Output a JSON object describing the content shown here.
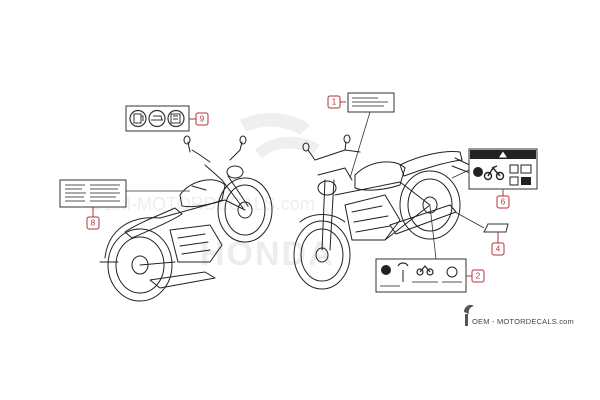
{
  "watermark": {
    "text": "HONDA",
    "site": "OEM-MOTORDECALS.com"
  },
  "callouts": [
    {
      "id": "callout-1",
      "number": "1"
    },
    {
      "id": "callout-2",
      "number": "2"
    },
    {
      "id": "callout-4",
      "number": "4"
    },
    {
      "id": "callout-6",
      "number": "6"
    },
    {
      "id": "callout-8",
      "number": "8"
    },
    {
      "id": "callout-9",
      "number": "9"
    }
  ],
  "footer": {
    "text": "OEM - MOTORDECALS.com"
  },
  "icons": [
    "fuel-icon",
    "tank-icon",
    "gear-icon",
    "warning-icon",
    "motorcycle-icon",
    "helmet-icon",
    "lock-icon",
    "tire-pressure-icon"
  ]
}
